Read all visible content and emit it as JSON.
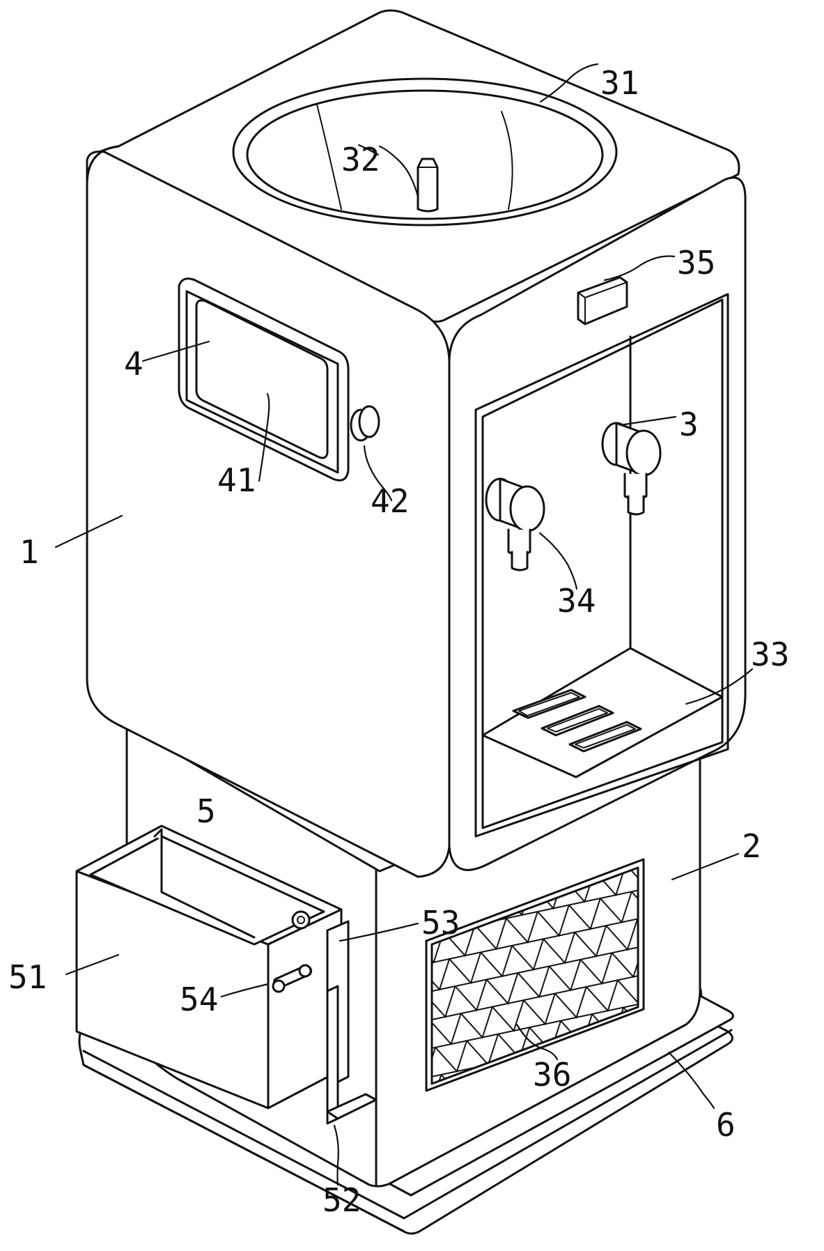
{
  "labels": {
    "l1": "1",
    "l2": "2",
    "l3": "3",
    "l4": "4",
    "l5": "5",
    "l6": "6",
    "l31": "31",
    "l32": "32",
    "l33": "33",
    "l34": "34",
    "l35": "35",
    "l36": "36",
    "l41": "41",
    "l42": "42",
    "l51": "51",
    "l52": "52",
    "l53": "53",
    "l54": "54"
  },
  "colors": {
    "line": "#111111",
    "background": "#ffffff"
  }
}
